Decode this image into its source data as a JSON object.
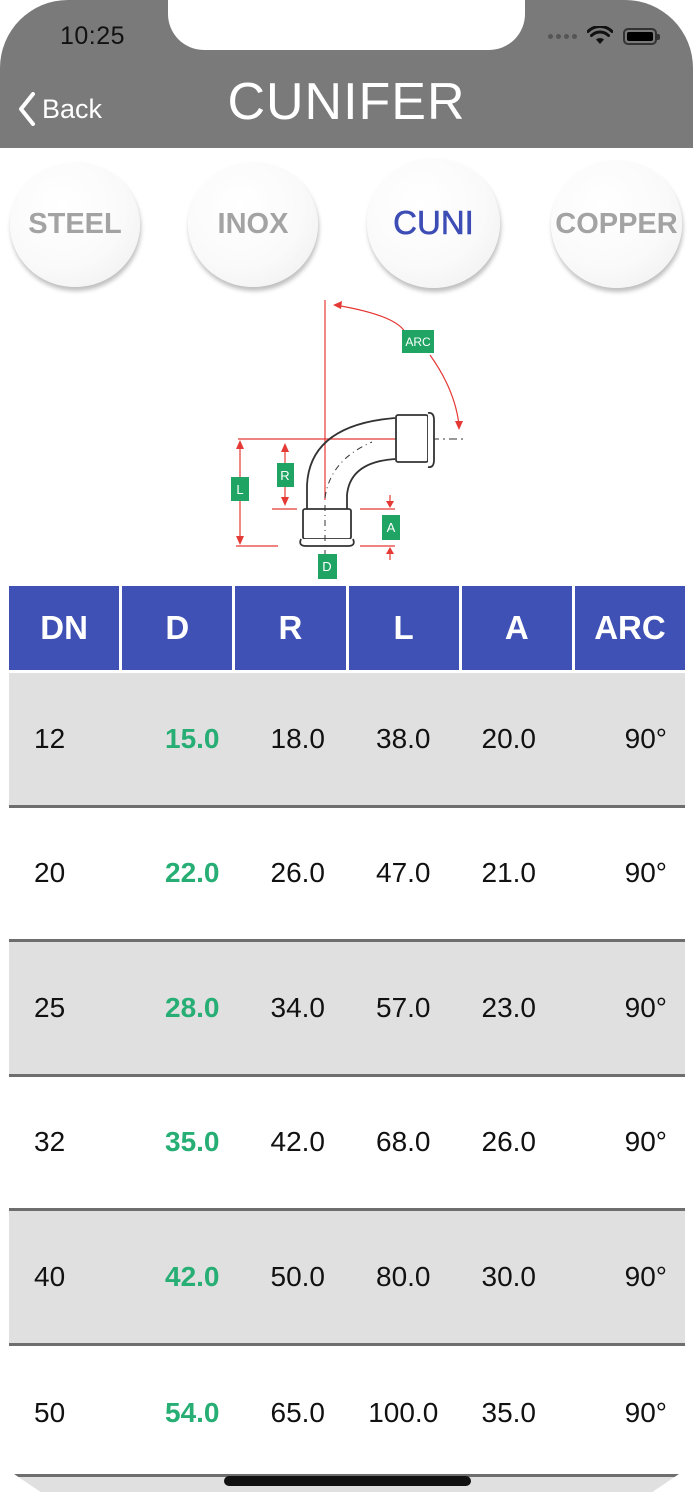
{
  "status_bar": {
    "time": "10:25"
  },
  "nav": {
    "back_label": "Back",
    "title": "CUNIFER"
  },
  "materials": [
    {
      "label": "STEEL",
      "active": false
    },
    {
      "label": "INOX",
      "active": false
    },
    {
      "label": "CUNI",
      "active": true
    },
    {
      "label": "COPPER",
      "active": false
    }
  ],
  "diagram": {
    "labels": {
      "arc": "ARC",
      "l": "L",
      "r": "R",
      "a": "A",
      "d": "D"
    }
  },
  "table": {
    "headers": [
      "DN",
      "D",
      "R",
      "L",
      "A",
      "ARC"
    ],
    "rows": [
      {
        "dn": "12",
        "d": "15.0",
        "r": "18.0",
        "l": "38.0",
        "a": "20.0",
        "arc": "90°"
      },
      {
        "dn": "20",
        "d": "22.0",
        "r": "26.0",
        "l": "47.0",
        "a": "21.0",
        "arc": "90°"
      },
      {
        "dn": "25",
        "d": "28.0",
        "r": "34.0",
        "l": "57.0",
        "a": "23.0",
        "arc": "90°"
      },
      {
        "dn": "32",
        "d": "35.0",
        "r": "42.0",
        "l": "68.0",
        "a": "26.0",
        "arc": "90°"
      },
      {
        "dn": "40",
        "d": "42.0",
        "r": "50.0",
        "l": "80.0",
        "a": "30.0",
        "arc": "90°"
      },
      {
        "dn": "50",
        "d": "54.0",
        "r": "65.0",
        "l": "100.0",
        "a": "35.0",
        "arc": "90°"
      }
    ]
  },
  "colors": {
    "nav_bg": "#7a7a7a",
    "header_bg": "#3f51b5",
    "active_material": "#3d4db5",
    "d_value": "#27ae74",
    "row_alt": "#e0e0e0",
    "dimension_red": "#e53935",
    "label_green": "#1fa463"
  }
}
